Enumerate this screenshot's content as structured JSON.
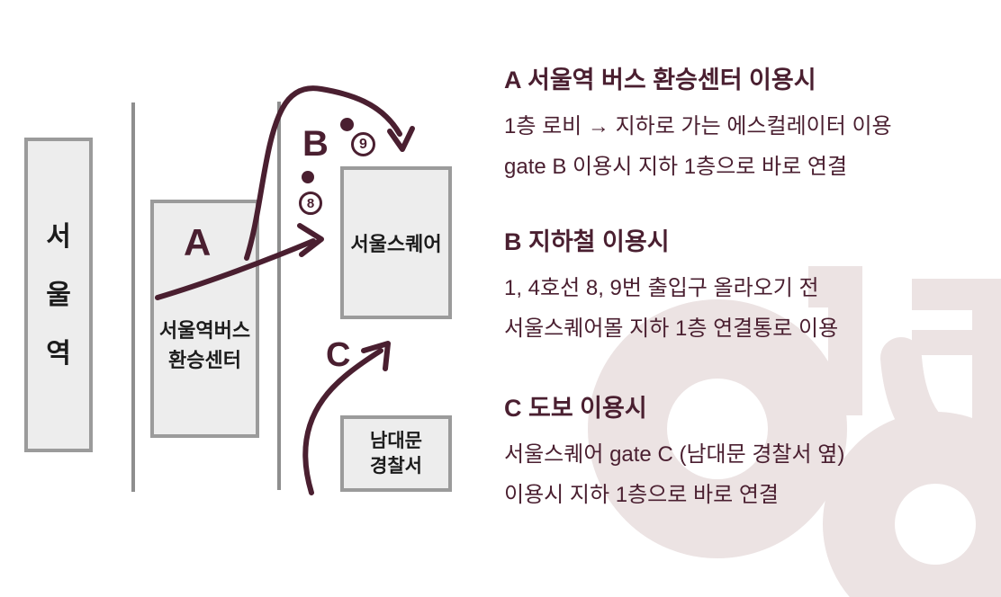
{
  "colors": {
    "accent_maroon": "#4a1f30",
    "box_fill": "#ededed",
    "box_border": "#9b9b9b",
    "road_line_gray": "#8e8e8e",
    "box_text": "#1c1c1c",
    "watermark_pink": "#ece3e3"
  },
  "diagram": {
    "station": {
      "chars": [
        "서",
        "울",
        "역"
      ]
    },
    "transfer": {
      "marker": "A",
      "line1": "서울역버스",
      "line2": "환승센터"
    },
    "square": {
      "label": "서울스퀘어"
    },
    "police": {
      "line1": "남대문",
      "line2": "경찰서"
    },
    "marker_b": "B",
    "marker_c": "C",
    "exit_8": "8",
    "exit_9": "9"
  },
  "sections": [
    {
      "id": "A",
      "title": "A 서울역 버스 환승센터 이용시",
      "lines": [
        "1층 로비 → 지하로 가는 에스컬레이터 이용",
        "gate B 이용시 지하 1층으로 바로 연결"
      ]
    },
    {
      "id": "B",
      "title": "B 지하철 이용시",
      "lines": [
        "1, 4호선 8, 9번 출입구 올라오기 전",
        "서울스퀘어몰 지하 1층 연결통로 이용"
      ]
    },
    {
      "id": "C",
      "title": "C 도보 이용시",
      "lines": [
        "서울스퀘어 gate C (남대문 경찰서 옆)",
        "이용시 지하 1층으로 바로 연결"
      ]
    }
  ]
}
